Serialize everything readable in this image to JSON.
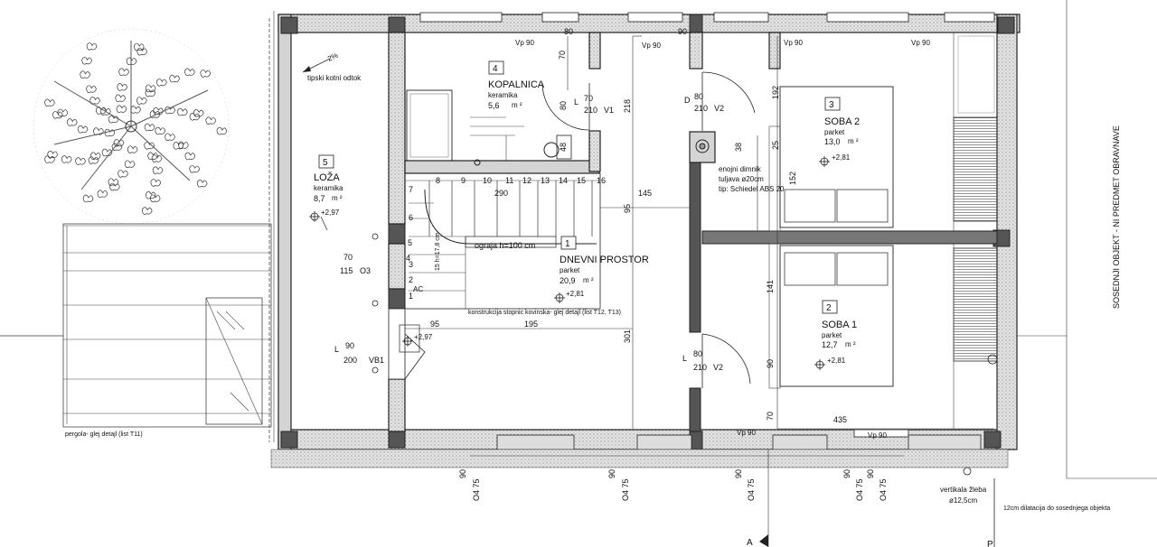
{
  "rooms": {
    "kopalnica": {
      "number": "4",
      "name": "KOPALNICA",
      "floor": "keramika",
      "area": "5,6",
      "unit": "m ²"
    },
    "loza": {
      "number": "5",
      "name": "LOŽA",
      "floor": "keramika",
      "area": "8,7",
      "unit": "m ²",
      "level": "+2,97"
    },
    "dnevni": {
      "number": "1",
      "name": "DNEVNI PROSTOR",
      "floor": "parket",
      "area": "20,9",
      "unit": "m ²",
      "level": "+2,81"
    },
    "soba2": {
      "number": "3",
      "name": "SOBA 2",
      "floor": "parket",
      "area": "13,0",
      "unit": "m ²",
      "level": "+2,81"
    },
    "soba1": {
      "number": "2",
      "name": "SOBA 1",
      "floor": "parket",
      "area": "12,7",
      "unit": "m ²",
      "level": "+2,81"
    }
  },
  "notes": {
    "tipski_odtok": "tipski kotni odtok",
    "slope": "2%",
    "ograja": "ograja h=100 cm",
    "konstrukcija": "konstrukcija stopnic kovinska- glej detajl (list T12, T13)",
    "dimnik_1": "enojni dimnik",
    "dimnik_2": "tuljava ø20cm",
    "dimnik_3": "tip: Schiedel ABS 20",
    "pergola": "pergola- glej detajl (list T11)",
    "sosednji": "SOSEDNJI OBJEKT - NI PREDMET OBRAVNAVE",
    "vertikala_1": "vertikala žleba",
    "vertikala_2": "ø12,5cm",
    "dilatacija": "12cm dilatacija do sosednjega objekta",
    "section_a": "A",
    "section_b": "P",
    "stair_level": "+2,97",
    "ac": "AC"
  },
  "windows": {
    "vp_labels": [
      "Vp 90",
      "Vp 90",
      "Vp 90",
      "Vp 90",
      "Vp 90",
      "Vp 90"
    ]
  },
  "doors": {
    "v1": {
      "l": "L",
      "w": "70",
      "h": "210",
      "code": "V1"
    },
    "v2_top": {
      "l": "D",
      "w": "80",
      "h": "210",
      "code": "V2"
    },
    "v2_bot": {
      "l": "L",
      "w": "80",
      "h": "210",
      "code": "V2"
    },
    "o3": {
      "w": "70",
      "h": "115",
      "code": "O3"
    },
    "vb1": {
      "l": "L",
      "w": "90",
      "h": "200",
      "code": "VB1"
    }
  },
  "dimensions": {
    "d70_kop": "70",
    "d80_kop": "80",
    "d48": "48",
    "d218": "218",
    "d145": "145",
    "d95_v": "95",
    "d290": "290",
    "d195": "195",
    "d95_h": "95",
    "d301": "301",
    "d192": "192",
    "d25": "25",
    "d152": "152",
    "d38": "38",
    "d141": "141",
    "d90_s1": "90",
    "d70_s1": "70",
    "d435": "435",
    "d90_kop": "80",
    "d90_s2": "90"
  },
  "stair_numbers": [
    "1",
    "2",
    "3",
    "4",
    "5",
    "6",
    "7",
    "8",
    "9",
    "10",
    "11",
    "12",
    "13",
    "14",
    "15",
    "16"
  ],
  "stair_side": "15 h=17,8 cm",
  "bottom_dims": {
    "a": "90",
    "b": "O4 75",
    "c": "90",
    "d": "O4 75",
    "e": "90",
    "f": "O4 75",
    "g": "90",
    "h": "O4 75",
    "i": "90",
    "j": "O4 75"
  }
}
